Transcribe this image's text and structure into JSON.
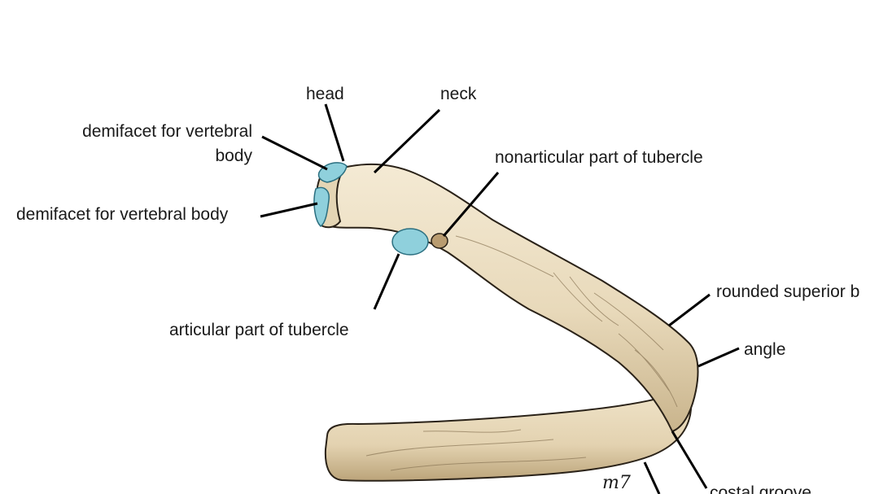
{
  "labels": {
    "head": "head",
    "neck": "neck",
    "demifacet_top_line1": "demifacet for vertebral",
    "demifacet_top_line2": "body",
    "nonarticular": "nonarticular part of tubercle",
    "demifacet_bottom": "demifacet for vertebral body",
    "articular": "articular part of tubercle",
    "rounded_superior": "rounded superior b",
    "angle": "angle",
    "costal_groove": "costal groove",
    "signature": "m7"
  },
  "colors": {
    "bone_fill": "#ece0c6",
    "bone_shade": "#c8b48f",
    "bone_outline": "#2a2218",
    "facet_fill": "#8fd0dc",
    "facet_outline": "#2b6f80",
    "leader": "#000000",
    "text": "#1a1a1a"
  }
}
